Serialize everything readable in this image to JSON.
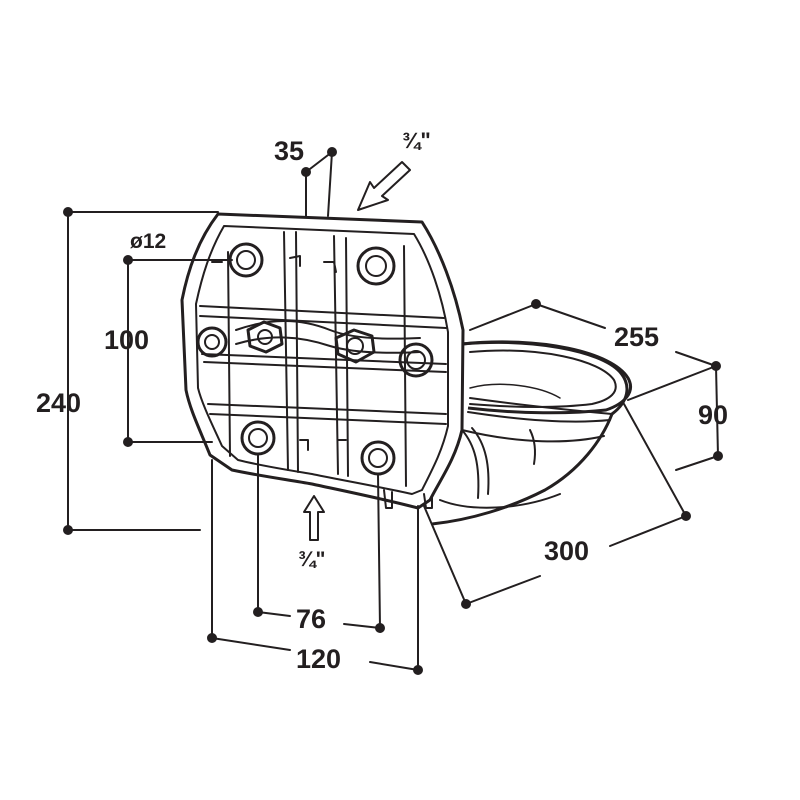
{
  "dimensions": {
    "top_offset": "35",
    "pipe_thread_top": "¾\"",
    "pipe_thread_bottom": "¾\"",
    "hole_diameter": "ø12",
    "hole_spacing_vertical": "100",
    "overall_height": "240",
    "bowl_depth_length": "255",
    "bowl_height": "90",
    "overall_depth": "300",
    "hole_spacing_horizontal": "76",
    "plate_width": "120"
  }
}
